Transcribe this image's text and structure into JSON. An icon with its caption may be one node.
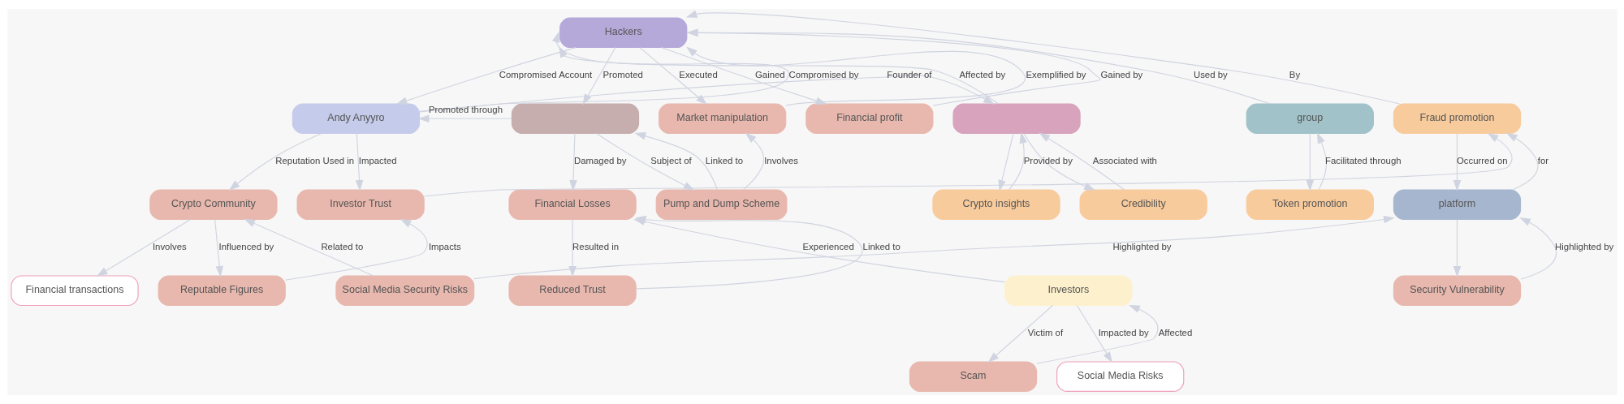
{
  "diagram": {
    "nodes": [
      {
        "text": [
          "Hackers"
        ]
      },
      {
        "text": [
          "Andy Anyyro"
        ]
      },
      {
        "text": [],
        "shape": "box"
      },
      {
        "text": [],
        "shape": "box"
      },
      {
        "text": [
          "Market manipulation"
        ]
      },
      {
        "text": [
          "Financial profit"
        ]
      },
      {
        "text": [
          "group"
        ]
      },
      {
        "text": [
          "Fraud promotion"
        ]
      },
      {
        "text": [
          "Crypto Community"
        ]
      },
      {
        "text": [
          "Investor Trust"
        ]
      },
      {
        "text": [
          "Crypto insights"
        ]
      },
      {
        "text": [
          "Credibility"
        ]
      },
      {
        "text": [
          "Financial Losses"
        ]
      },
      {
        "text": [
          "Pump and Dump Scheme"
        ]
      },
      {
        "text": [
          "Token promotion"
        ]
      },
      {
        "text": [
          "platform"
        ]
      },
      {
        "text": [
          "Social Media Security Risks"
        ]
      },
      {
        "text": [
          "Financial transactions"
        ]
      },
      {
        "text": [
          "Reputable Figures"
        ]
      },
      {
        "text": [
          "Investors"
        ]
      },
      {
        "text": [
          "Reduced Trust"
        ]
      },
      {
        "text": [
          "Security Vulnerability"
        ]
      },
      {
        "text": [
          "Scam"
        ]
      },
      {
        "text": [
          "Social Media Risks"
        ]
      }
    ],
    "edges": [
      {
        "from": 0,
        "to": 1,
        "arrow": "to",
        "label": "Compromised Account"
      },
      {
        "from": 1,
        "to": 0,
        "arrow": "to",
        "label": "Compromised by"
      },
      {
        "from": 3,
        "to": 0,
        "arrow": "to",
        "label": "Affected by"
      },
      {
        "from": 2,
        "to": 1,
        "arrow": "to",
        "label": "Promoted through"
      },
      {
        "from": 1,
        "to": 3,
        "arrow": "to",
        "label": "Founder of"
      },
      {
        "from": 0,
        "to": 2,
        "arrow": "to",
        "label": "Promoted"
      },
      {
        "from": 4,
        "to": 0,
        "arrow": "to",
        "label": "Exemplified by"
      },
      {
        "from": 0,
        "to": 4,
        "arrow": "to",
        "label": "Executed"
      },
      {
        "from": 5,
        "to": 0,
        "arrow": "to",
        "label": "Gained by"
      },
      {
        "from": 0,
        "to": 5,
        "arrow": "to",
        "label": "Gained"
      },
      {
        "from": 6,
        "to": 0,
        "arrow": "to",
        "label": "Used by"
      },
      {
        "from": 7,
        "to": 0,
        "arrow": "to",
        "label": "By"
      },
      {
        "from": 1,
        "to": 8,
        "arrow": "to",
        "label": "Reputation Used in"
      },
      {
        "from": 1,
        "to": 9,
        "arrow": "to",
        "label": "Impacted"
      },
      {
        "from": 3,
        "to": 10,
        "arrow": "to"
      },
      {
        "from": 10,
        "to": 3,
        "arrow": "to",
        "label": "Provided by"
      },
      {
        "from": 11,
        "to": 3,
        "arrow": "to",
        "label": "Associated with"
      },
      {
        "from": 3,
        "to": 11,
        "arrow": "to"
      },
      {
        "from": 9,
        "to": 7,
        "arrow": "to"
      },
      {
        "from": 2,
        "to": 12,
        "arrow": "to",
        "label": "Damaged by"
      },
      {
        "from": 13,
        "to": 2,
        "arrow": "to",
        "label": "Linked to"
      },
      {
        "from": 2,
        "to": 13,
        "arrow": "to",
        "label": "Subject of"
      },
      {
        "from": 13,
        "to": 4,
        "arrow": "to",
        "label": "Involves"
      },
      {
        "from": 14,
        "to": 6,
        "arrow": "to",
        "label": "Facilitated through"
      },
      {
        "from": 6,
        "to": 14,
        "arrow": "to"
      },
      {
        "from": 7,
        "to": 15,
        "arrow": "to",
        "label": "Occurred on"
      },
      {
        "from": 15,
        "to": 7,
        "arrow": "to",
        "label": "for"
      },
      {
        "from": 16,
        "to": 8,
        "arrow": "to",
        "label": "Related to"
      },
      {
        "from": 8,
        "to": 17,
        "arrow": "to",
        "label": "Involves"
      },
      {
        "from": 8,
        "to": 18,
        "arrow": "to",
        "label": "Influenced by"
      },
      {
        "from": 18,
        "to": 9,
        "arrow": "to",
        "label": "Impacts"
      },
      {
        "from": 16,
        "to": 15,
        "arrow": "to",
        "label": "Highlighted by"
      },
      {
        "from": 19,
        "to": 12,
        "arrow": "to",
        "label": "Experienced"
      },
      {
        "from": 12,
        "to": 20,
        "arrow": "to",
        "label": "Resulted in"
      },
      {
        "from": 20,
        "to": 12,
        "arrow": "to",
        "label": "Linked to"
      },
      {
        "from": 15,
        "to": 21,
        "arrow": "to"
      },
      {
        "from": 21,
        "to": 15,
        "arrow": "to",
        "label": "Highlighted by"
      },
      {
        "from": 19,
        "to": 22,
        "arrow": "to",
        "label": "Victim of"
      },
      {
        "from": 22,
        "to": 19,
        "arrow": "to",
        "label": "Affected"
      },
      {
        "from": 19,
        "to": 23,
        "arrow": "to",
        "label": "Impacted by"
      }
    ]
  }
}
